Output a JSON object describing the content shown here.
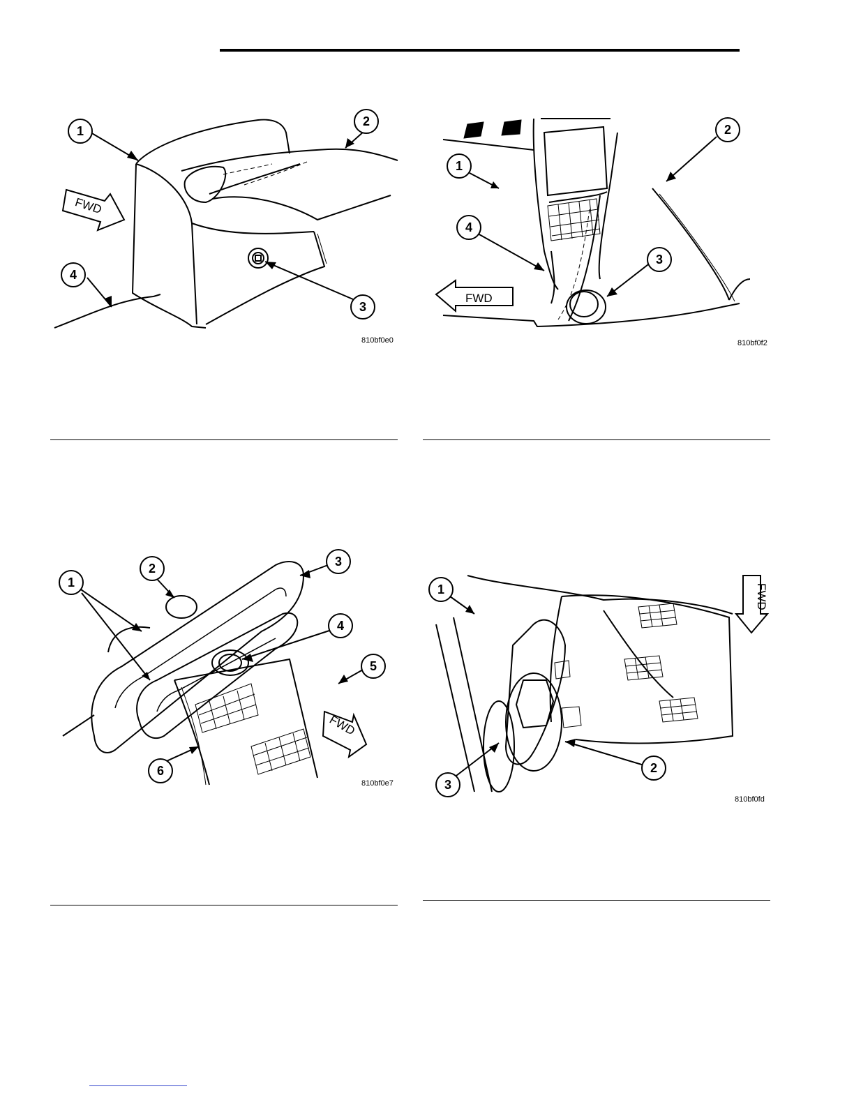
{
  "figures": [
    {
      "code": "810bf0e0",
      "callouts": [
        "1",
        "2",
        "3",
        "4"
      ],
      "fwd": "FWD"
    },
    {
      "code": "810bf0f2",
      "callouts": [
        "1",
        "2",
        "3",
        "4"
      ],
      "fwd": "FWD"
    },
    {
      "code": "810bf0e7",
      "callouts": [
        "1",
        "2",
        "3",
        "4",
        "5",
        "6"
      ],
      "fwd": "FWD"
    },
    {
      "code": "810bf0fd",
      "callouts": [
        "1",
        "2",
        "3"
      ],
      "fwd": "FWD"
    }
  ]
}
